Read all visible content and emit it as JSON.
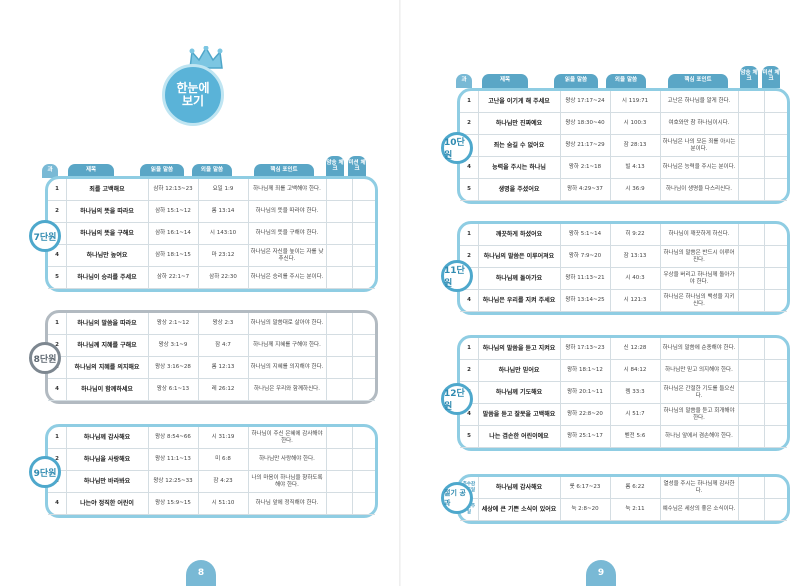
{
  "badge": {
    "line1": "한눈에",
    "line2": "보기"
  },
  "headers": {
    "lesson": "과",
    "title": "제목",
    "read": "읽을 말씀",
    "memorize": "외울 말씀",
    "point": "핵심 포인트",
    "recite": "암송 체크",
    "mission": "미션 체크"
  },
  "left": {
    "page_number": "8",
    "units": [
      {
        "label": "7단원",
        "rows": [
          {
            "n": "1",
            "title": "죄를 고백해요",
            "read": "삼하 12:13~23",
            "mem": "요일 1:9",
            "point": "하나님께 죄를 고백해야 한다."
          },
          {
            "n": "2",
            "title": "하나님의 뜻을 따라요",
            "read": "삼하 15:1~12",
            "mem": "롬 13:14",
            "point": "하나님의 뜻을 따라야 한다."
          },
          {
            "n": "3",
            "title": "하나님의 뜻을 구해요",
            "read": "삼하 16:1~14",
            "mem": "시 143:10",
            "point": "하나님의 뜻을 구해야 한다."
          },
          {
            "n": "4",
            "title": "하나님만 높여요",
            "read": "삼하 18:1~15",
            "mem": "마 23:12",
            "point": "하나님은 자신을 높이는 자를 낮추신다."
          },
          {
            "n": "5",
            "title": "하나님이 승리를 주세요",
            "read": "삼하 22:1~7",
            "mem": "삼하 22:30",
            "point": "하나님은 승리를 주시는 분이다."
          }
        ]
      },
      {
        "label": "8단원",
        "rows": [
          {
            "n": "1",
            "title": "하나님의 말씀을 따라요",
            "read": "왕상 2:1~12",
            "mem": "왕상 2:3",
            "point": "하나님의 말씀대로 살아야 한다."
          },
          {
            "n": "2",
            "title": "하나님께 지혜를 구해요",
            "read": "왕상 3:1~9",
            "mem": "잠 4:7",
            "point": "하나님께 지혜를 구해야 한다."
          },
          {
            "n": "3",
            "title": "하나님의 지혜를 의지해요",
            "read": "왕상 3:16~28",
            "mem": "롬 12:13",
            "point": "하나님의 지혜를 의지해야 한다."
          },
          {
            "n": "4",
            "title": "하나님이 함께하세요",
            "read": "왕상 6:1~13",
            "mem": "레 26:12",
            "point": "하나님은 우리와 함께하신다."
          }
        ]
      },
      {
        "label": "9단원",
        "rows": [
          {
            "n": "1",
            "title": "하나님께 감사해요",
            "read": "왕상 8:54~66",
            "mem": "시 31:19",
            "point": "하나님이 주신 은혜에 감사해야 한다."
          },
          {
            "n": "2",
            "title": "하나님을 사랑해요",
            "read": "왕상 11:1~13",
            "mem": "미 6:8",
            "point": "하나님만 사랑해야 한다."
          },
          {
            "n": "3",
            "title": "하나님만 바라봐요",
            "read": "왕상 12:25~33",
            "mem": "잠 4:23",
            "point": "나의 마음이 하나님을 향하도록 해야 한다."
          },
          {
            "n": "4",
            "title": "나는야 정직한 어린이",
            "read": "왕상 15:9~15",
            "mem": "시 51:10",
            "point": "하나님 앞에 정직해야 한다."
          }
        ]
      }
    ]
  },
  "right": {
    "page_number": "9",
    "units": [
      {
        "label": "10단원",
        "rows": [
          {
            "n": "1",
            "title": "고난을 이기게 해 주세요",
            "read": "왕상 17:17~24",
            "mem": "시 119:71",
            "point": "고난은 하나님을 알게 한다."
          },
          {
            "n": "2",
            "title": "하나님만 진짜예요",
            "read": "왕상 18:30~40",
            "mem": "시 100:3",
            "point": "여호와만 참 하나님이시다."
          },
          {
            "n": "3",
            "title": "죄는 숨길 수 없어요",
            "read": "왕상 21:17~29",
            "mem": "잠 28:13",
            "point": "하나님은 나의 모든 죄를 아시는 분이다."
          },
          {
            "n": "4",
            "title": "능력을 주시는 하나님",
            "read": "왕하 2:1~18",
            "mem": "빌 4:13",
            "point": "하나님은 능력을 주시는 분이다."
          },
          {
            "n": "5",
            "title": "생명을 주셨어요",
            "read": "왕하 4:29~37",
            "mem": "시 36:9",
            "point": "하나님이 생명을 다스리신다."
          }
        ]
      },
      {
        "label": "11단원",
        "rows": [
          {
            "n": "1",
            "title": "깨끗하게 하셨어요",
            "read": "왕하 5:1~14",
            "mem": "히 9:22",
            "point": "하나님이 깨끗하게 하신다."
          },
          {
            "n": "2",
            "title": "하나님의 말씀은 이루어져요",
            "read": "왕하 7:9~20",
            "mem": "잠 13:13",
            "point": "하나님의 말씀은 반드시 이루어진다."
          },
          {
            "n": "3",
            "title": "하나님께 돌아가요",
            "read": "왕하 11:13~21",
            "mem": "시 40:3",
            "point": "우상을 버리고 하나님께 돌아가야 한다."
          },
          {
            "n": "4",
            "title": "하나님은 우리를 지켜 주세요",
            "read": "왕하 13:14~25",
            "mem": "시 121:3",
            "point": "하나님은 하나님의 백성을 지키신다."
          }
        ]
      },
      {
        "label": "12단원",
        "rows": [
          {
            "n": "1",
            "title": "하나님의 말씀을 듣고 지켜요",
            "read": "왕하 17:13~23",
            "mem": "신 12:28",
            "point": "하나님의 말씀에 순종해야 한다."
          },
          {
            "n": "2",
            "title": "하나님만 믿어요",
            "read": "왕하 18:1~12",
            "mem": "시 84:12",
            "point": "하나님만 믿고 의지해야 한다."
          },
          {
            "n": "3",
            "title": "하나님께 기도해요",
            "read": "왕하 20:1~11",
            "mem": "렘 33:3",
            "point": "하나님은 간절한 기도를 들으신다."
          },
          {
            "n": "4",
            "title": "말씀을 듣고 잘못을 고백해요",
            "read": "왕하 22:8~20",
            "mem": "시 51:7",
            "point": "하나님의 말씀을 듣고 회개해야 한다."
          },
          {
            "n": "5",
            "title": "나는 겸손한 어린이예요",
            "read": "왕하 25:1~17",
            "mem": "벧전 5:6",
            "point": "하나님 앞에서 겸손해야 한다."
          }
        ]
      },
      {
        "label": "절기 공과",
        "rows": [
          {
            "n": "추수감사주일",
            "title": "하나님께 감사해요",
            "read": "룻 6:17~23",
            "mem": "롬 6:22",
            "point": "열성을 주시는 하나님께 감사한다."
          },
          {
            "n": "성탄주일",
            "title": "세상에 큰 기쁜 소식이 있어요",
            "read": "눅 2:8~20",
            "mem": "눅 2:11",
            "point": "예수님은 세상의 좋은 소식이다."
          }
        ]
      }
    ]
  }
}
